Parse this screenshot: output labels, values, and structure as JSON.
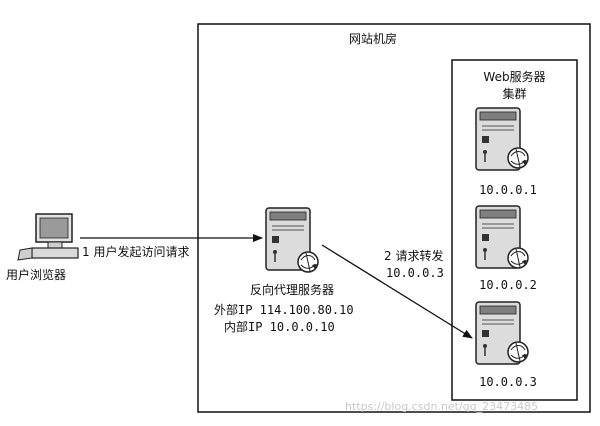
{
  "room": {
    "label": "网站机房"
  },
  "cluster": {
    "label_line1": "Web服务器",
    "label_line2": "集群"
  },
  "client": {
    "label": "用户浏览器"
  },
  "request": {
    "label": "1 用户发起访问请求"
  },
  "forward": {
    "label": "2 请求转发",
    "ip": "10.0.0.3"
  },
  "proxy": {
    "title": "反向代理服务器",
    "external": "外部IP  114.100.80.10",
    "internal": "内部IP  10.0.0.10"
  },
  "servers": [
    {
      "ip": "10.0.0.1"
    },
    {
      "ip": "10.0.0.2"
    },
    {
      "ip": "10.0.0.3"
    }
  ],
  "watermark": "https://blog.csdn.net/qq_23473485"
}
